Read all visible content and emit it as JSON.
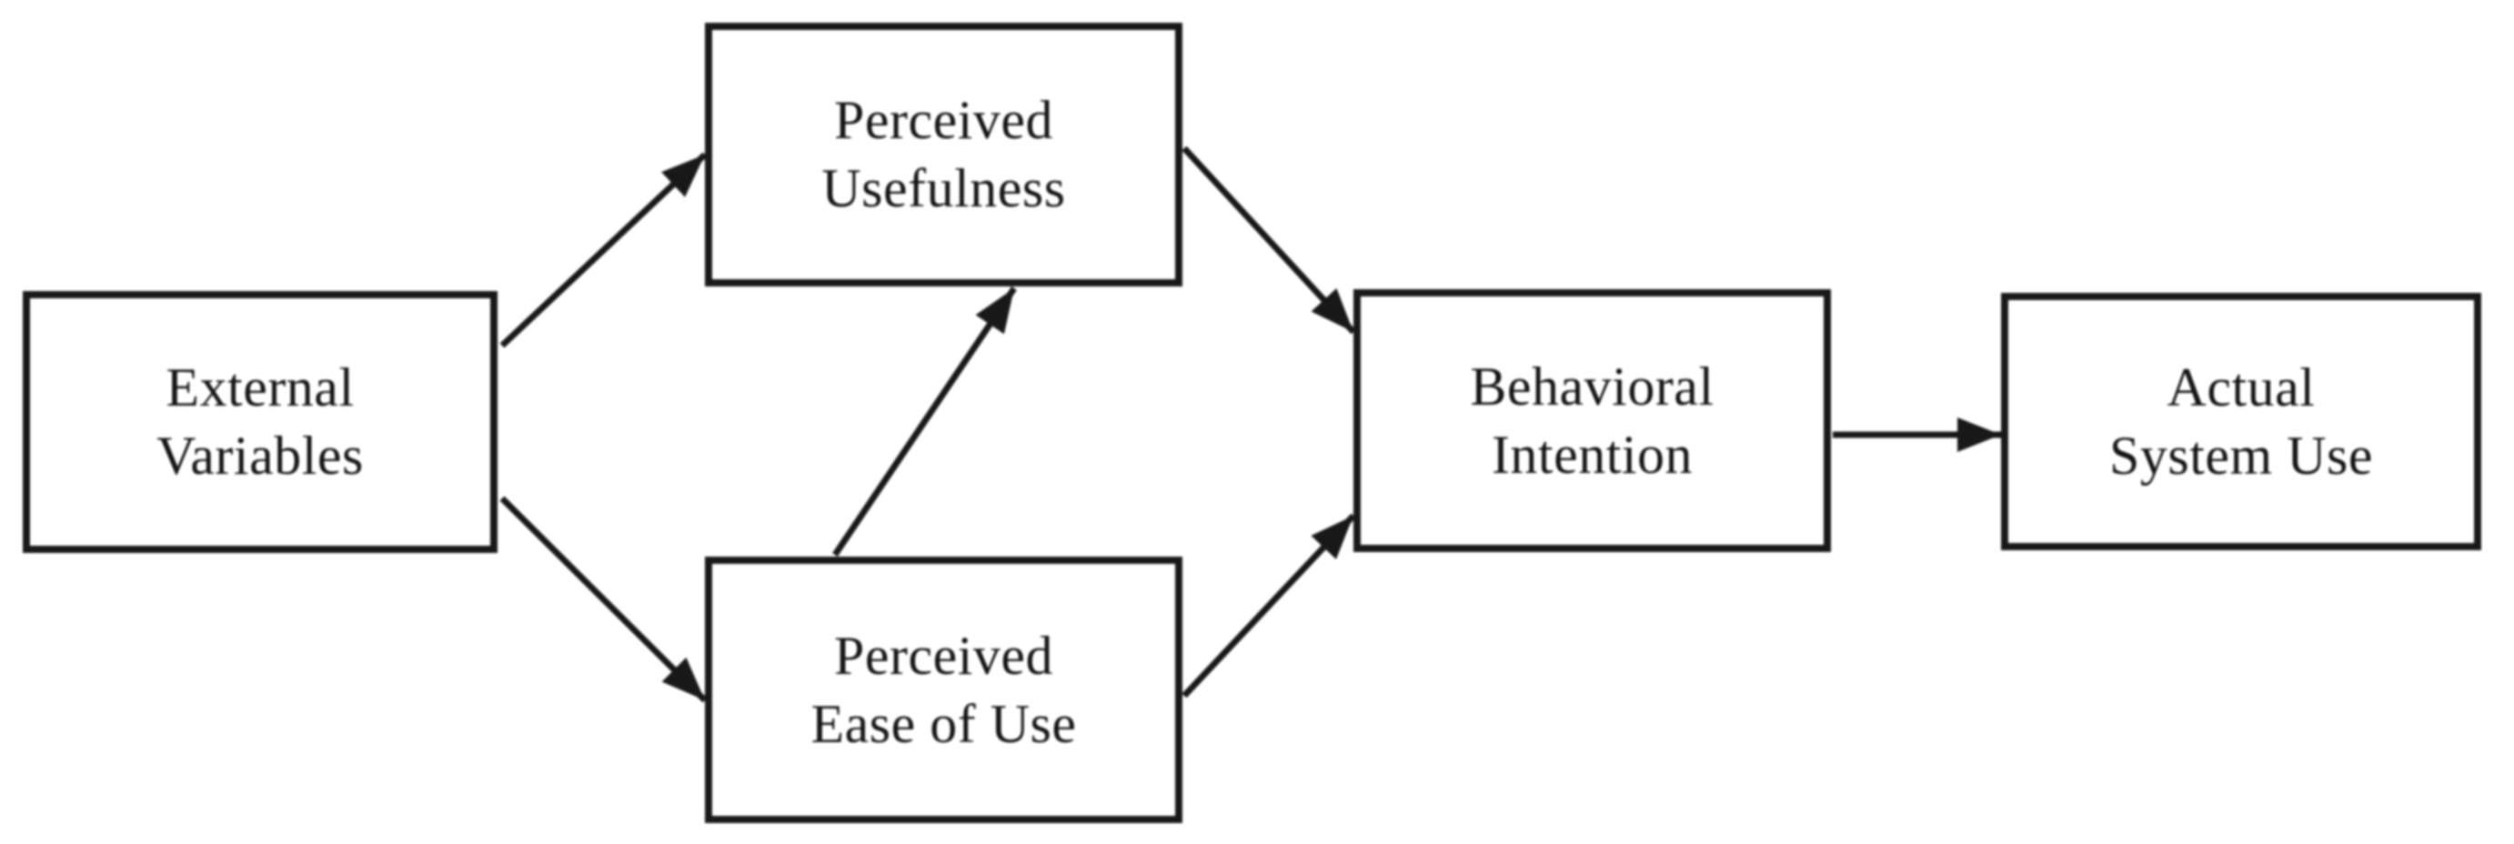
{
  "diagram_type": "flow-diagram",
  "nodes": {
    "external_variables": {
      "line1": "External",
      "line2": "Variables"
    },
    "perceived_usefulness": {
      "line1": "Perceived",
      "line2": "Usefulness"
    },
    "perceived_ease_of_use": {
      "line1": "Perceived",
      "line2": "Ease of Use"
    },
    "behavioral_intention": {
      "line1": "Behavioral",
      "line2": "Intention"
    },
    "actual_system_use": {
      "line1": "Actual",
      "line2": "System Use"
    }
  },
  "edges": [
    {
      "from": "External Variables",
      "to": "Perceived Usefulness",
      "style": "arrow"
    },
    {
      "from": "External Variables",
      "to": "Perceived Ease of Use",
      "style": "arrow"
    },
    {
      "from": "Perceived Ease of Use",
      "to": "Perceived Usefulness",
      "style": "arrow"
    },
    {
      "from": "Perceived Usefulness",
      "to": "Behavioral Intention",
      "style": "arrow"
    },
    {
      "from": "Perceived Ease of Use",
      "to": "Behavioral Intention",
      "style": "arrow"
    },
    {
      "from": "Behavioral Intention",
      "to": "Actual System Use",
      "style": "arrow"
    }
  ],
  "colors": {
    "line": "#1a1a1a",
    "background": "#ffffff"
  }
}
